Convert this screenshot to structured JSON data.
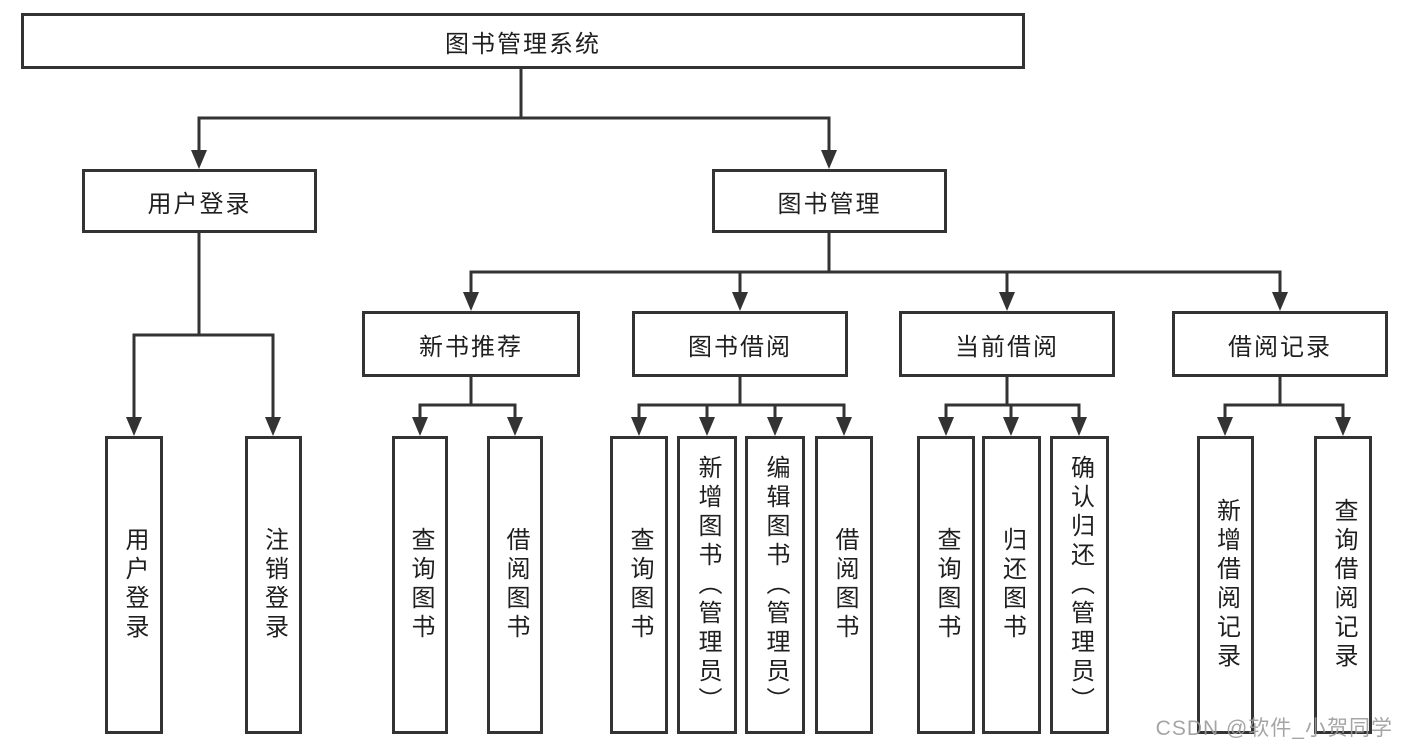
{
  "diagram": {
    "title_hint": "library management system function tree",
    "root": {
      "label": "图书管理系统"
    },
    "level2": [
      {
        "label": "用户登录"
      },
      {
        "label": "图书管理"
      }
    ],
    "level3": [
      {
        "label": "新书推荐"
      },
      {
        "label": "图书借阅"
      },
      {
        "label": "当前借阅"
      },
      {
        "label": "借阅记录"
      }
    ],
    "leaves": {
      "user_login": [
        "用户登录",
        "注销登录"
      ],
      "new_book_recommend": [
        "查询图书",
        "借阅图书"
      ],
      "book_borrowing": [
        "查询图书",
        "新增图书（管理员）",
        "编辑图书（管理员）",
        "借阅图书"
      ],
      "current_borrowing": [
        "查询图书",
        "归还图书",
        "确认归还（管理员）"
      ],
      "borrowing_records": [
        "新增借阅记录",
        "查询借阅记录"
      ]
    }
  },
  "watermark": {
    "text": "CSDN @软件_小贺同学"
  },
  "colors": {
    "line": "#333333",
    "text": "#1f1f1f",
    "watermark": "#9b9b9b",
    "background": "#ffffff"
  }
}
